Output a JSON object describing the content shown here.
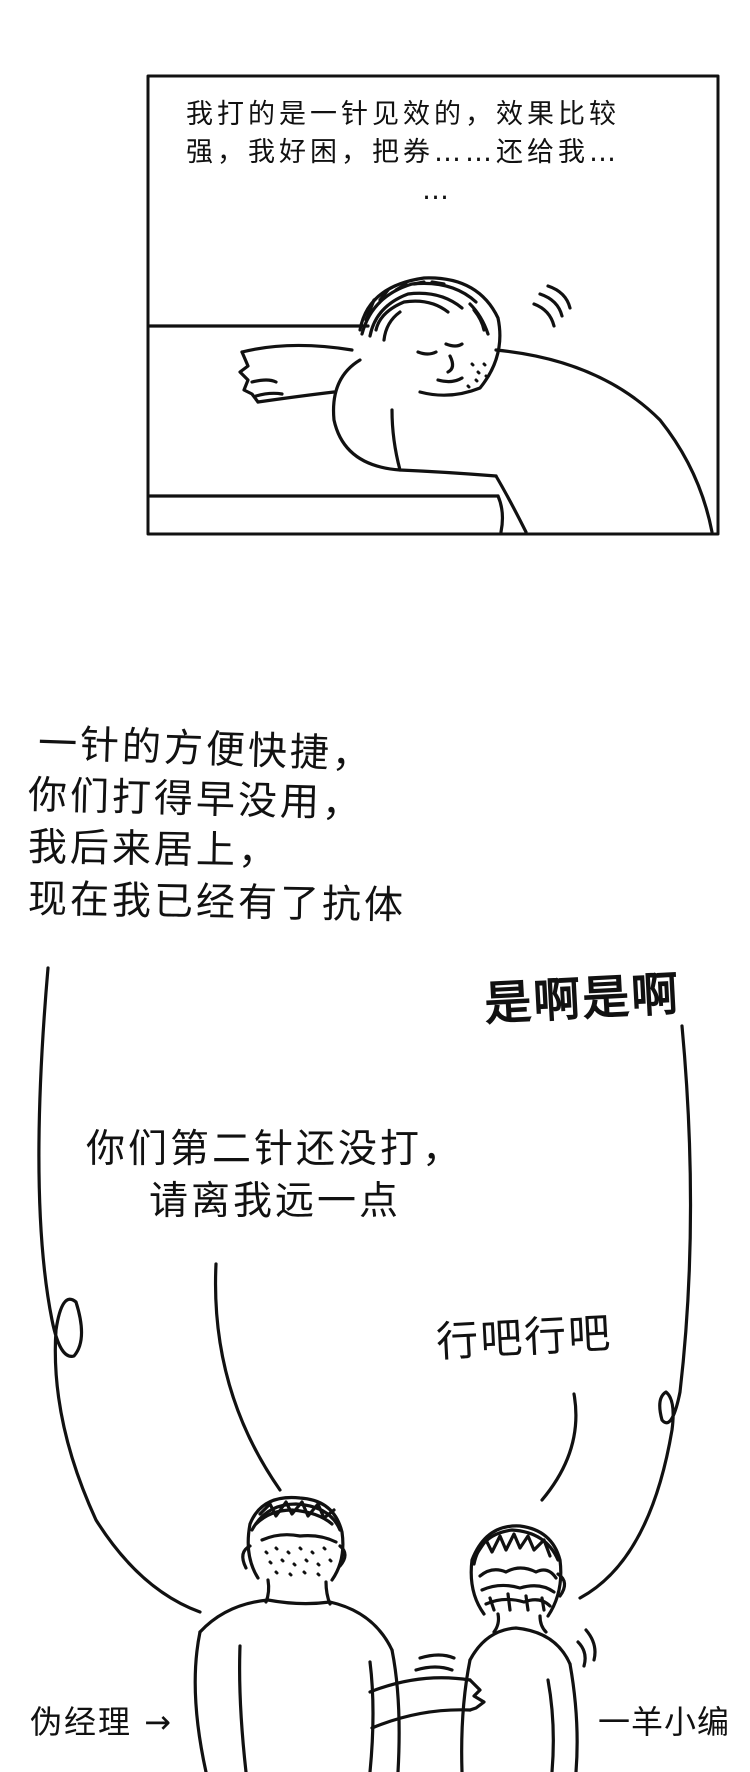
{
  "panel1": {
    "caption_lines": [
      "我打的是一针见效的，效果比较",
      "强，我好困，把券……还给我…",
      "…"
    ]
  },
  "panel2": {
    "speech_left_lines": [
      "一针的方便快捷，",
      "你们打得早没用，",
      "我后来居上，",
      "现在我已经有了抗体"
    ],
    "speech_center_lines": [
      "你们第二针还没打，",
      "请离我远一点"
    ],
    "speech_right_bold": "是啊是啊",
    "speech_right_small": "行吧行吧",
    "label_left": "伪经理 →",
    "label_right": "一羊小编"
  }
}
